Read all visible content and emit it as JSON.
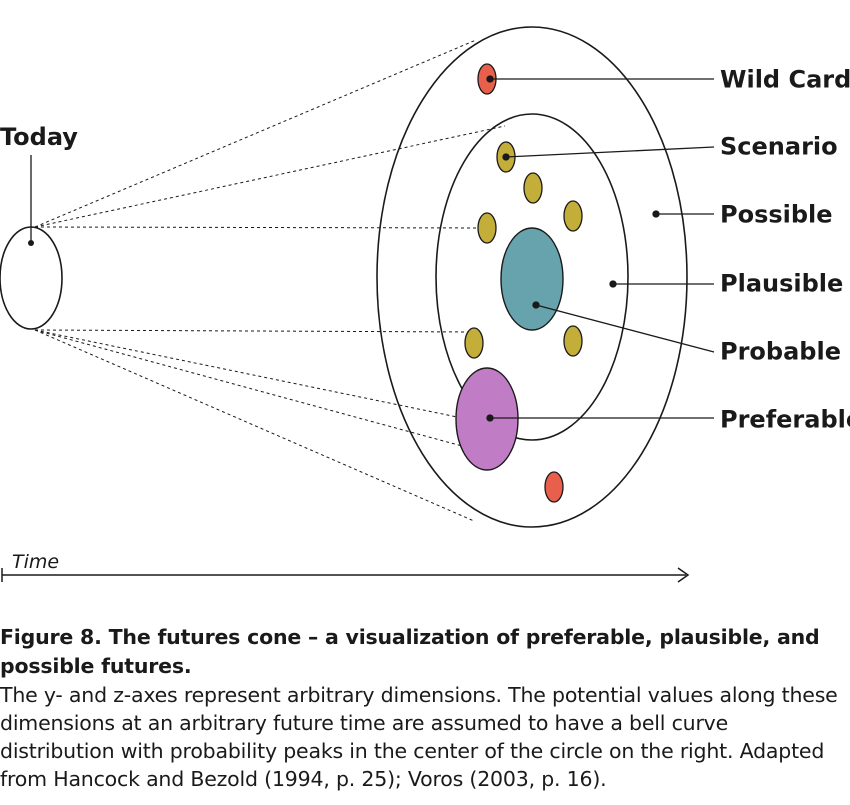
{
  "diagram": {
    "labels": {
      "today": "Today",
      "wild_card": "Wild Card",
      "scenario": "Scenario",
      "possible": "Possible",
      "plausible": "Plausible",
      "probable": "Probable",
      "preferable": "Preferable",
      "time": "Time"
    },
    "colors": {
      "wild_card": "#E8604C",
      "scenario": "#C3AE3A",
      "probable": "#67A3AC",
      "preferable": "#C17CC6",
      "outline": "#1a1a1a"
    }
  },
  "caption": {
    "title": "Figure 8. The futures cone – a visualization of preferable, plausible, and possible futures.",
    "body": "The y- and z-axes represent arbitrary dimensions. The potential values along these dimensions at an arbitrary future time are assumed to have a bell curve distribution with probability peaks in the center of the circle on the right. Adapted from Hancock and Bezold (1994, p. 25); Voros (2003, p. 16)."
  }
}
